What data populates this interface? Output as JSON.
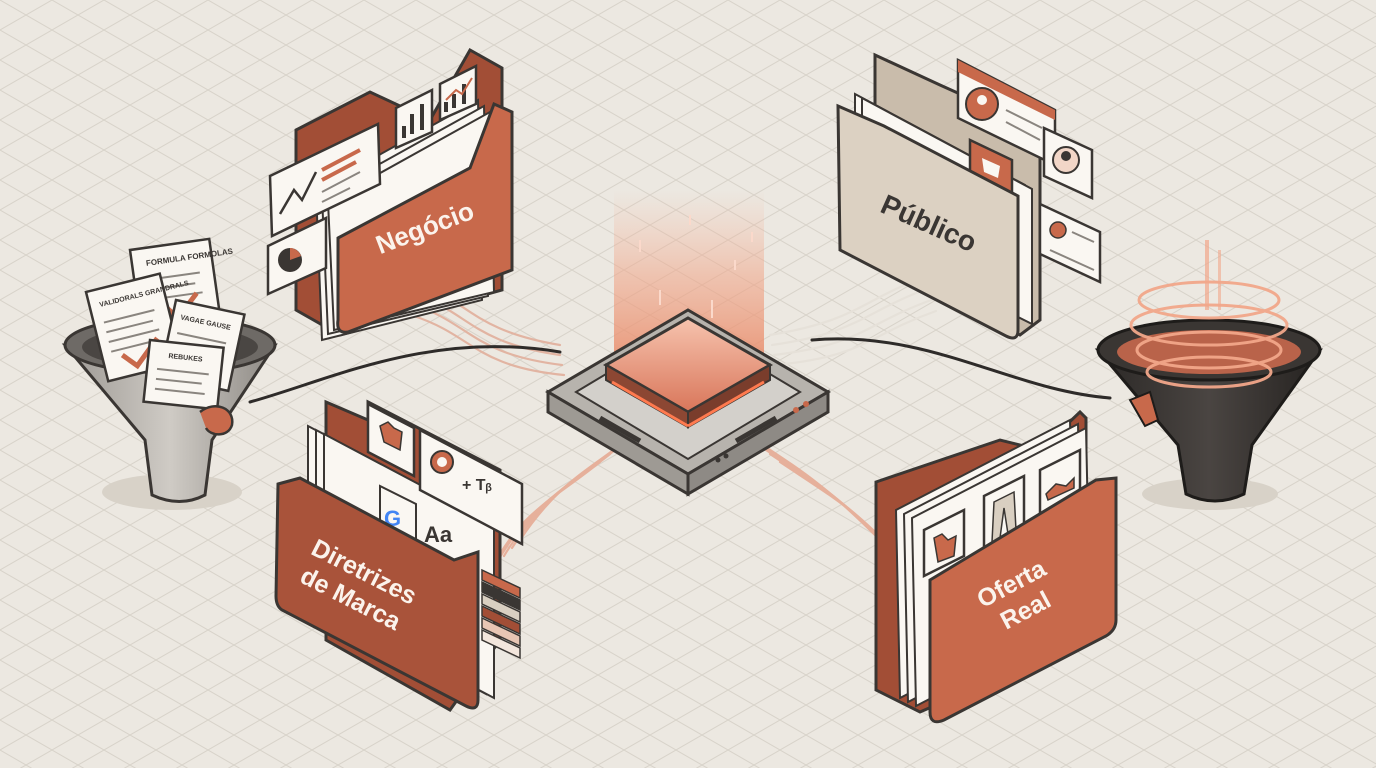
{
  "folders": {
    "negocio": {
      "label": "Negócio"
    },
    "publico": {
      "label": "Público"
    },
    "diretrizes": {
      "line1": "Diretrizes",
      "line2": "de Marca",
      "google_glyph": "G",
      "type_glyph": "Aa",
      "type_glyph2": "+ Tᵦ"
    },
    "oferta": {
      "line1": "Oferta",
      "line2": "Real"
    }
  },
  "left_funnel": {
    "docs": [
      "FORMULA FORMOLAS",
      "VALIDORALS GRANDRALS",
      "VAGAE GAUSE",
      "REBUKES"
    ]
  },
  "colors": {
    "background": "#ece8e1",
    "terracotta": "#c8694b",
    "terracotta_dark": "#a24e36",
    "beige": "#d9cfc1",
    "grey_device": "#c9c6c1",
    "dark_funnel": "#3a3633",
    "glow": "#f0a588"
  },
  "icons": [
    "bar-chart-icon",
    "line-chart-icon",
    "pie-chart-icon",
    "person-avatar-icon",
    "chat-bubble-icon",
    "tshirt-icon",
    "pants-icon",
    "shoe-icon",
    "google-icon",
    "typography-icon",
    "color-palette-icon"
  ]
}
